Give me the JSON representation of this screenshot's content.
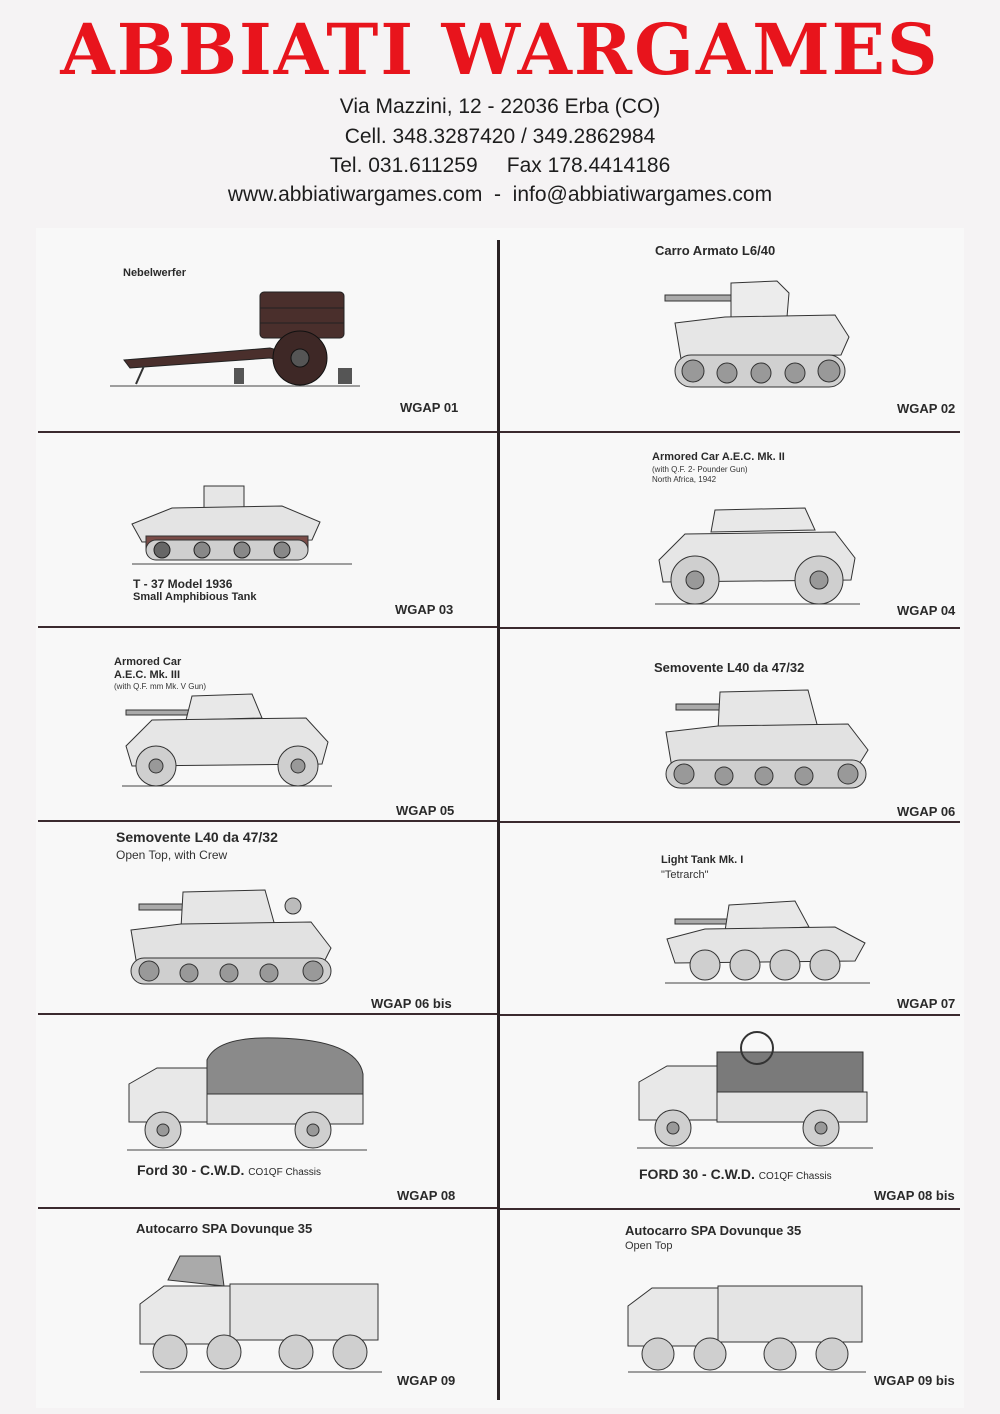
{
  "header": {
    "title": "ABBIATI WARGAMES",
    "address": "Via Mazzini, 12 - 22036 Erba (CO)",
    "cell": "Cell. 348.3287420 / 349.2862984",
    "tel": "Tel. 031.611259     Fax 178.4414186",
    "web": "www.abbiatiwargames.com  -  info@abbiatiwargames.com"
  },
  "items": {
    "wgap01": {
      "name": "Nebelwerfer",
      "code": "WGAP 01"
    },
    "wgap02": {
      "name": "Carro Armato L6/40",
      "code": "WGAP 02"
    },
    "wgap03": {
      "name": "T - 37 Model 1936",
      "sub": "Small Amphibious Tank",
      "code": "WGAP 03"
    },
    "wgap04": {
      "name": "Armored Car A.E.C. Mk. II",
      "note1": "(with Q.F. 2- Pounder Gun)",
      "note2": "North Africa, 1942",
      "code": "WGAP 04"
    },
    "wgap05": {
      "name1": "Armored Car",
      "name2": "A.E.C. Mk. III",
      "note": "(with Q.F. mm Mk. V Gun)",
      "code": "WGAP 05"
    },
    "wgap06": {
      "name": "Semovente L40 da 47/32",
      "code": "WGAP 06"
    },
    "wgap06bis": {
      "name": "Semovente L40 da 47/32",
      "sub": "Open Top, with Crew",
      "code": "WGAP 06 bis"
    },
    "wgap07": {
      "name": "Light Tank Mk. I",
      "sub": "\"Tetrarch\"",
      "code": "WGAP 07"
    },
    "wgap08": {
      "name": "Ford 30 - C.W.D.",
      "chassis": "CO1QF Chassis",
      "code": "WGAP 08"
    },
    "wgap08bis": {
      "name": "FORD 30 - C.W.D.",
      "chassis": "CO1QF Chassis",
      "code": "WGAP 08 bis"
    },
    "wgap09": {
      "name": "Autocarro SPA Dovunque 35",
      "code": "WGAP 09"
    },
    "wgap09bis": {
      "name": "Autocarro SPA Dovunque 35",
      "sub": "Open Top",
      "code": "WGAP 09 bis"
    }
  },
  "colors": {
    "title": "#e8141c",
    "line": "#3b2a2e"
  }
}
